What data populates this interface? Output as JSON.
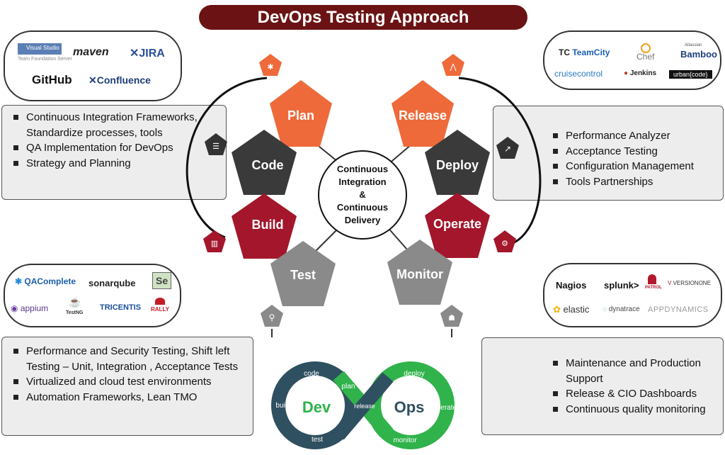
{
  "title": "DevOps Testing Approach",
  "center": {
    "line1": "Continuous",
    "line2": "Integration",
    "line3": "&",
    "line4": "Continuous",
    "line5": "Delivery"
  },
  "stages": {
    "plan": "Plan",
    "code": "Code",
    "build": "Build",
    "test": "Test",
    "release": "Release",
    "deploy": "Deploy",
    "operate": "Operate",
    "monitor": "Monitor"
  },
  "colors": {
    "orange": "#ee6a3a",
    "dark": "#3a3a3a",
    "crimson": "#a3162b",
    "gray": "#8a8a8a",
    "title_bg": "#6b1314",
    "green": "#2fb34a"
  },
  "panels": {
    "top_left": [
      "Continuous Integration Frameworks, Standardize processes, tools",
      "QA Implementation for DevOps",
      "Strategy and Planning"
    ],
    "top_right": [
      "Performance Analyzer",
      "Acceptance Testing",
      "Configuration Management",
      "Tools Partnerships"
    ],
    "bottom_left": [
      "Performance and Security Testing, Shift left Testing – Unit, Integration , Acceptance Tests",
      "Virtualized and cloud test environments",
      "Automation Frameworks, Lean TMO"
    ],
    "bottom_right": [
      "Maintenance and Production Support",
      "Release & CIO Dashboards",
      "Continuous quality monitoring"
    ]
  },
  "logos": {
    "top_left": {
      "visualstudio": "Visual Studio",
      "tfs": "Team Foundation Server",
      "maven": "maven",
      "jira": "JIRA",
      "github": "GitHub",
      "confluence": "Confluence"
    },
    "top_right": {
      "teamcity": "TeamCity",
      "chef": "Chef",
      "bamboo": "Bamboo",
      "bamboo_small": "Atlassian",
      "cruisecontrol": "cruisecontrol",
      "jenkins": "Jenkins",
      "urbancode": "urban{code}"
    },
    "bottom_left": {
      "qacomplete": "QAComplete",
      "sonarqube": "sonarqube",
      "selenium": "Se",
      "appium": "appium",
      "testng": "TestNG",
      "tricentis": "TRICENTIS",
      "rally": "RALLY"
    },
    "bottom_right": {
      "nagios": "Nagios",
      "splunk": "splunk>",
      "patrol": "PATROL",
      "versionone": "VERSIONONE",
      "elastic": "elastic",
      "dynatrace": "dynatrace",
      "appdynamics": "APPDYNAMICS"
    }
  },
  "devops_loop": {
    "dev": "Dev",
    "ops": "Ops",
    "code": "code",
    "plan": "plan",
    "build": "build",
    "test": "test",
    "release": "release",
    "deploy": "deploy",
    "operate": "Operate",
    "monitor": "monitor"
  }
}
